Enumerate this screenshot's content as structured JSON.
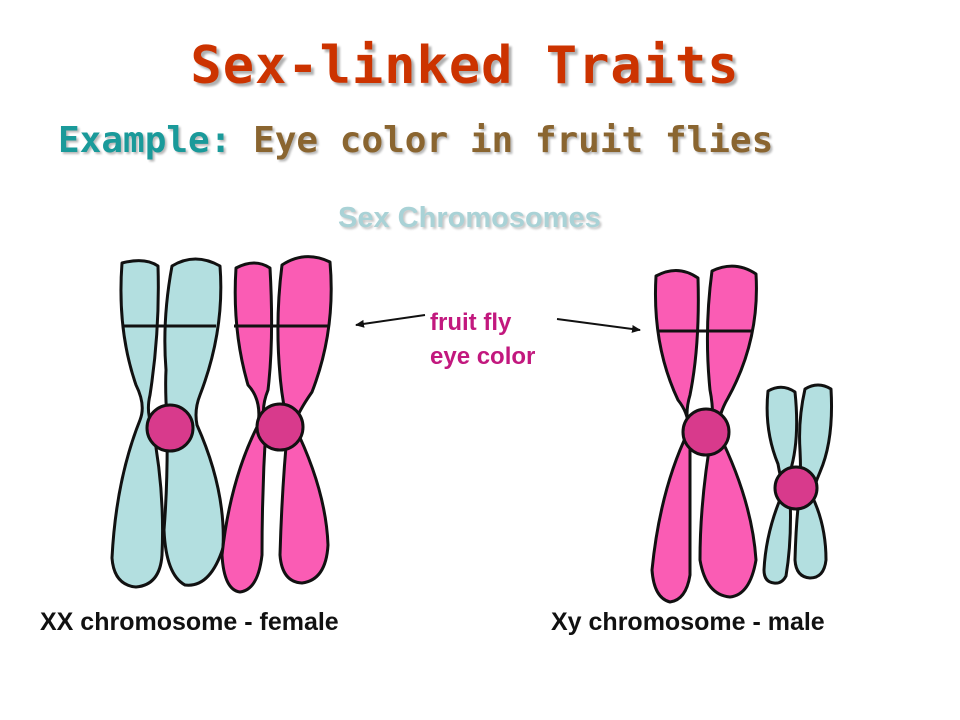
{
  "title": "Sex-linked Traits",
  "subtitle": {
    "prefix": "Example:",
    "rest": "Eye color in fruit flies"
  },
  "heading": "Sex Chromosomes",
  "locus_label": {
    "line1": "fruit fly",
    "line2": "eye color"
  },
  "captions": {
    "female": "XX chromosome - female",
    "male": "Xy chromosome - male"
  },
  "colors": {
    "x_chromosome": "#fa5cb4",
    "y_chromosome_and_female_x": "#b3dfe0",
    "centromere": "#d83a8c",
    "outline": "#111111",
    "title": "#cc3300",
    "label": "#c2187e"
  }
}
